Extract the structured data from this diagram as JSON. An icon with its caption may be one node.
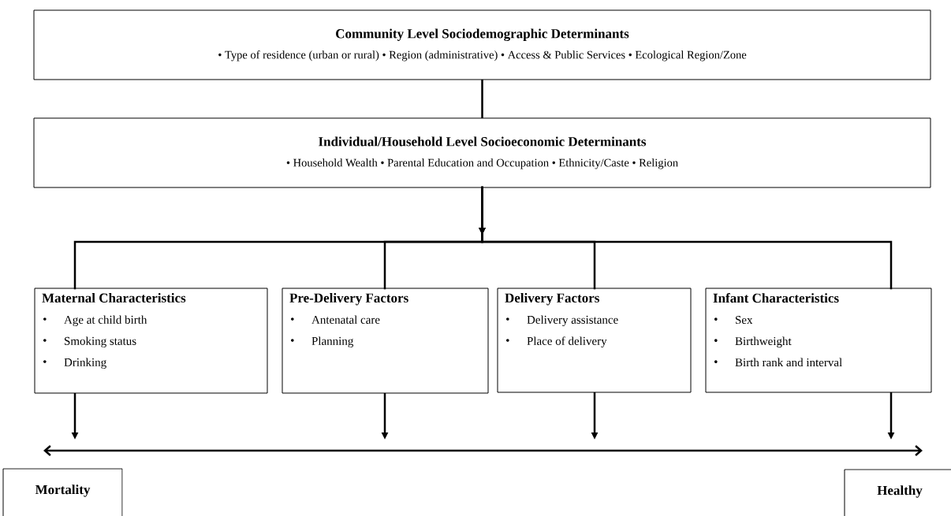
{
  "diagram": {
    "nodes": [
      {
        "text": [
          "Community Level Sociodemographic Determinants",
          "• Type of residence (urban or rural) • Region (administrative) • Access & Public Services • Ecological Region/Zone"
        ]
      },
      {
        "text": [
          "Individual/Household Level Socioeconomic Determinants",
          "• Household Wealth • Parental Education and Occupation • Ethnicity/Caste • Religion"
        ]
      },
      {
        "text": [
          "Maternal Characteristics",
          "Age at child birth",
          "Smoking status",
          "Drinking"
        ]
      },
      {
        "text": [
          "Pre-Delivery Factors",
          "Antenatal care",
          "Planning"
        ]
      },
      {
        "text": [
          "Delivery Factors",
          "Delivery assistance",
          "Place of delivery"
        ]
      },
      {
        "text": [
          "Infant Characteristics",
          "Sex",
          "Birthweight",
          "Birth rank and interval"
        ]
      },
      {
        "text": [
          "Mortality"
        ]
      },
      {
        "text": [
          "Healthy"
        ]
      }
    ],
    "edges": [
      {
        "from": 0,
        "to": 1,
        "arrow": "none"
      },
      {
        "from": 1,
        "to": 2,
        "arrow": "to"
      },
      {
        "from": 1,
        "to": 3,
        "arrow": "to"
      },
      {
        "from": 1,
        "to": 4,
        "arrow": "to"
      },
      {
        "from": 1,
        "to": 5,
        "arrow": "to"
      },
      {
        "from": 2,
        "to": null,
        "arrow": "to"
      },
      {
        "from": 3,
        "to": null,
        "arrow": "to"
      },
      {
        "from": 4,
        "to": null,
        "arrow": "to"
      },
      {
        "from": 5,
        "to": null,
        "arrow": "to"
      }
    ]
  }
}
